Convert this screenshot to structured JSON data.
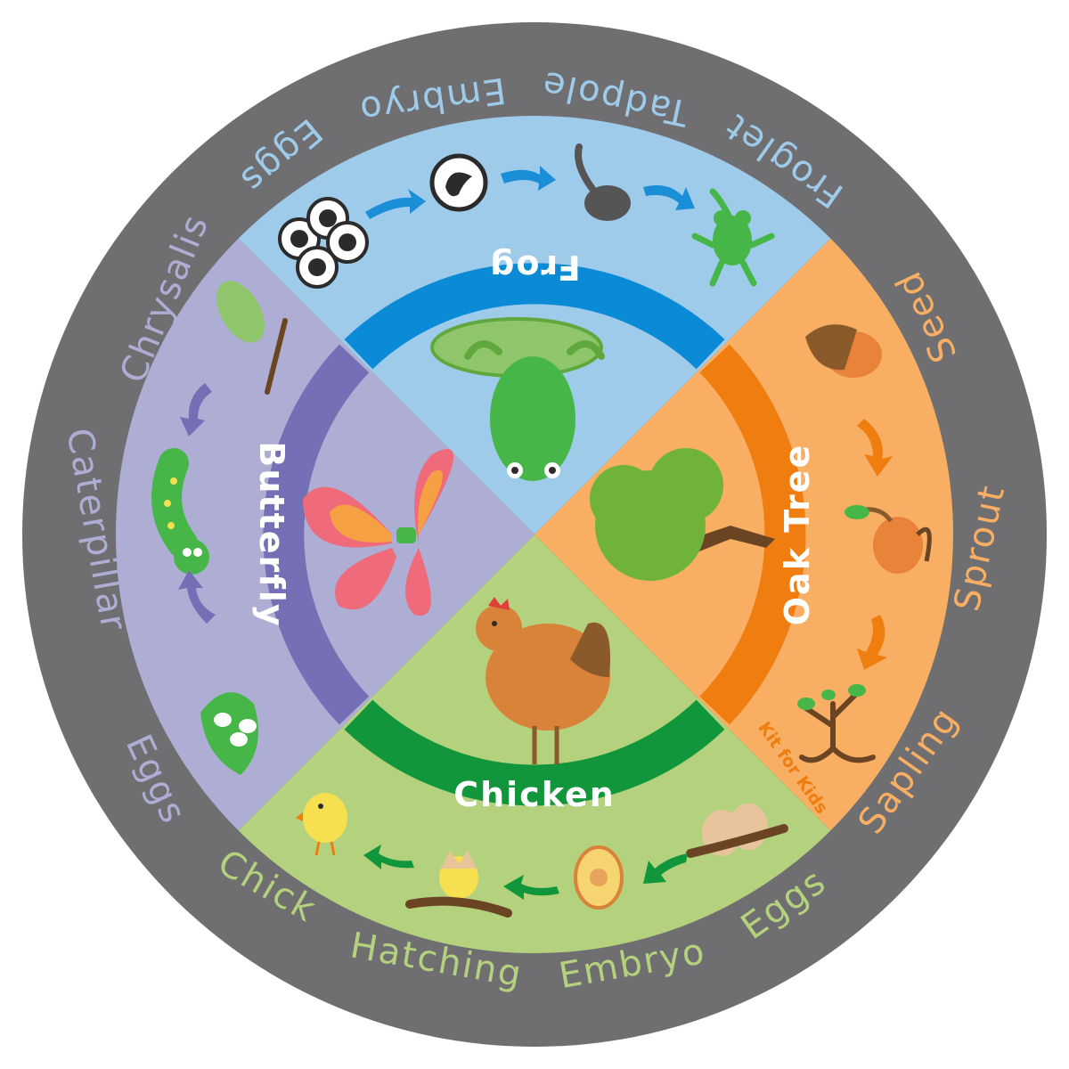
{
  "colors": {
    "ring": "#6f6f71",
    "frog_bg": "#9fcbeb",
    "frog_band": "#0b8bd6",
    "frog_text": "#9fcbeb",
    "oak_bg": "#f8ae63",
    "oak_band": "#ef7d10",
    "oak_text": "#f8ae63",
    "chicken_bg": "#b4d27e",
    "chicken_band": "#12963b",
    "chicken_text": "#b4d27e",
    "butterfly_bg": "#aeaed5",
    "butterfly_band": "#7570b6",
    "butterfly_text": "#aeaed5"
  },
  "cycles": {
    "frog": {
      "title": "Frog",
      "stages": [
        "Eggs",
        "Embryo",
        "Tadpole",
        "Froglet"
      ]
    },
    "oak": {
      "title": "Oak Tree",
      "stages": [
        "Seed",
        "Sprout",
        "Sapling"
      ]
    },
    "chicken": {
      "title": "Chicken",
      "stages": [
        "Eggs",
        "Embryo",
        "Hatching",
        "Chick"
      ]
    },
    "butterfly": {
      "title": "Butterfly",
      "stages": [
        "Eggs",
        "Caterpillar",
        "Chrysalis"
      ]
    }
  },
  "brand": "Kit for Kids",
  "icons": [
    "frog-eggs-icon",
    "frog-embryo-icon",
    "tadpole-icon",
    "froglet-icon",
    "frog-icon",
    "acorn-icon",
    "sprout-icon",
    "sapling-icon",
    "oak-tree-icon",
    "chicken-eggs-icon",
    "chicken-embryo-icon",
    "hatching-chick-icon",
    "chick-icon",
    "hen-icon",
    "butterfly-eggs-icon",
    "caterpillar-icon",
    "chrysalis-icon",
    "butterfly-icon",
    "arrow-icon"
  ]
}
